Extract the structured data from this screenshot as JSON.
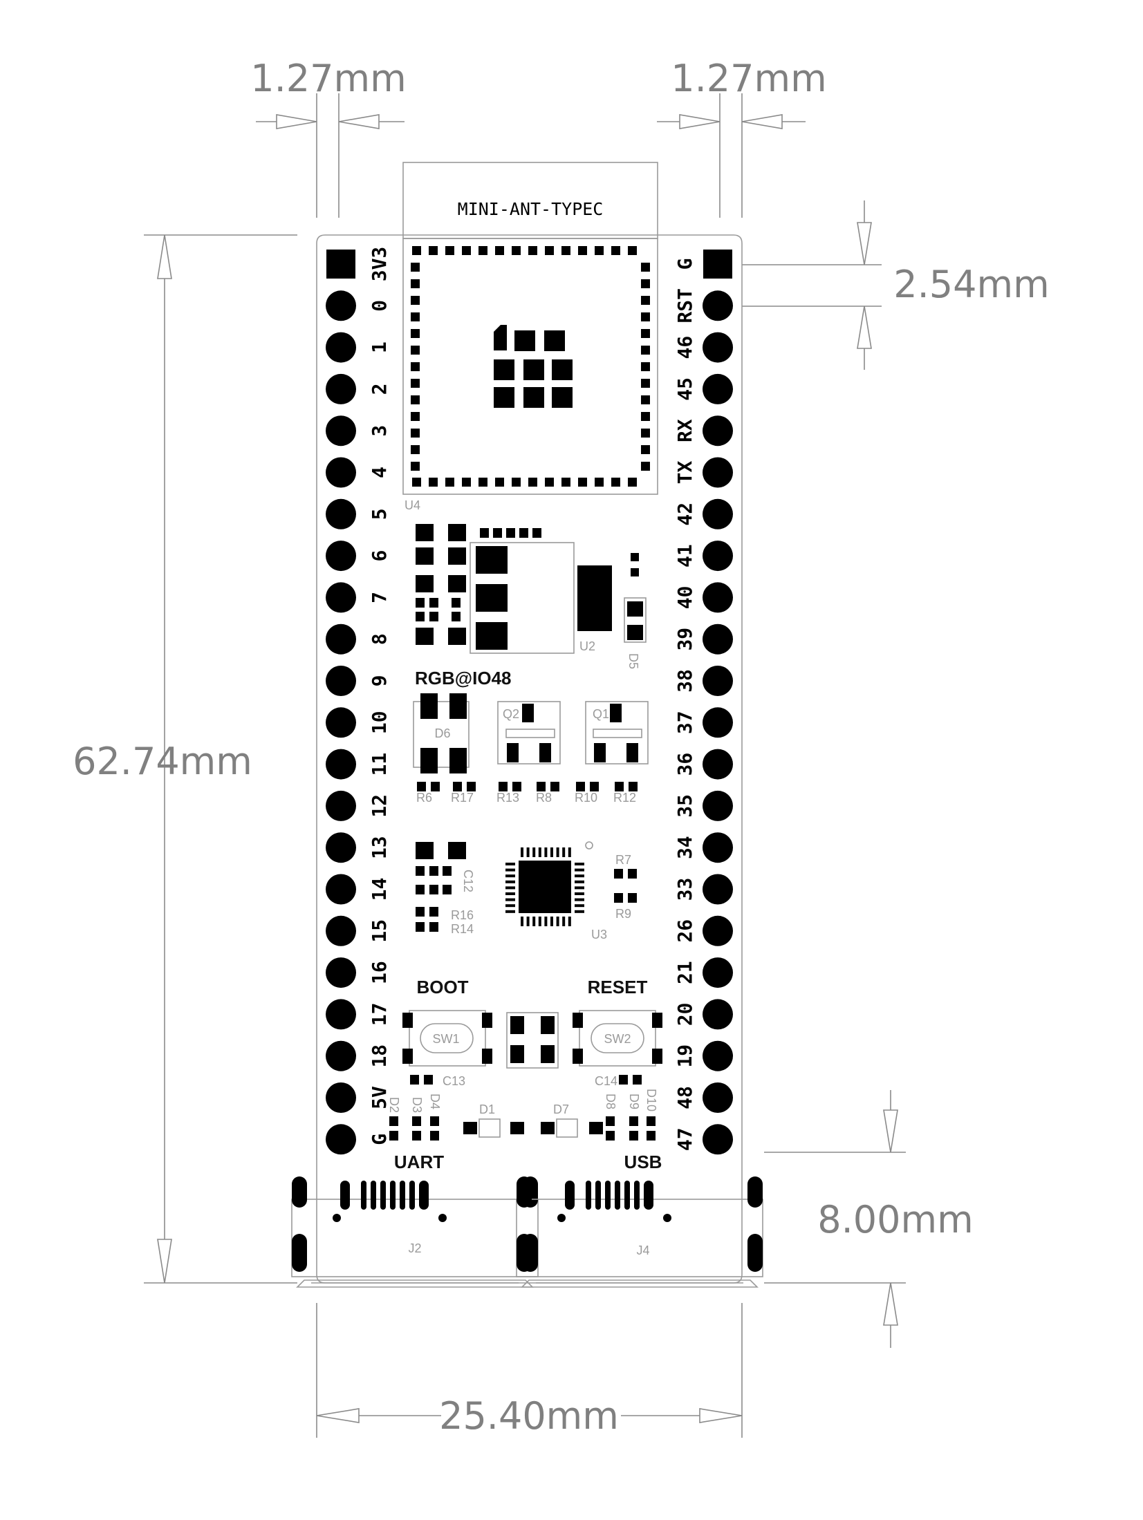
{
  "dimensions": {
    "pin_width_left": "1.27mm",
    "pin_width_right": "1.27mm",
    "board_height": "62.74mm",
    "pin_pitch": "2.54mm",
    "usb_offset": "8.00mm",
    "board_width": "25.40mm"
  },
  "antenna_label": "MINI-ANT-TYPEC",
  "left_pins": [
    "3V3",
    "0",
    "1",
    "2",
    "3",
    "4",
    "5",
    "6",
    "7",
    "8",
    "9",
    "10",
    "11",
    "12",
    "13",
    "14",
    "15",
    "16",
    "17",
    "18",
    "5V",
    "G"
  ],
  "right_pins": [
    "G",
    "RST",
    "46",
    "45",
    "RX",
    "TX",
    "42",
    "41",
    "40",
    "39",
    "38",
    "37",
    "36",
    "35",
    "34",
    "33",
    "26",
    "21",
    "20",
    "19",
    "48",
    "47"
  ],
  "silkscreen": {
    "rgb": "RGB@IO48",
    "boot": "BOOT",
    "reset": "RESET",
    "uart": "UART",
    "usb": "USB"
  },
  "refs": {
    "u4": "U4",
    "u2": "U2",
    "d5": "D5",
    "d6": "D6",
    "q2": "Q2",
    "q1": "Q1",
    "r6": "R6",
    "r17": "R17",
    "r13": "R13",
    "r8": "R8",
    "r10": "R10",
    "r12": "R12",
    "c12": "C12",
    "r16": "R16",
    "r14": "R14",
    "r7": "R7",
    "r9": "R9",
    "u3": "U3",
    "sw1": "SW1",
    "sw2": "SW2",
    "c13": "C13",
    "c14": "C14",
    "d2": "D2",
    "d3": "D3",
    "d4": "D4",
    "d1": "D1",
    "d7": "D7",
    "d8": "D8",
    "d9": "D9",
    "d10": "D10",
    "j2": "J2",
    "j4": "J4"
  }
}
